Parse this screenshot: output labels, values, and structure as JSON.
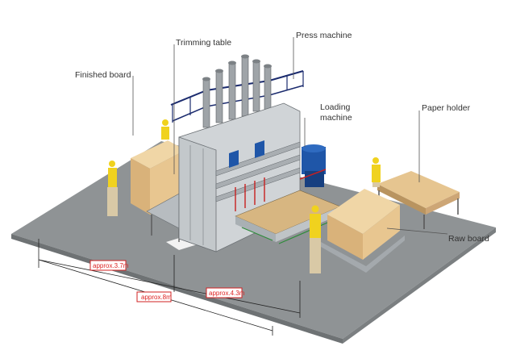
{
  "labels": {
    "finished_board": "Finished board",
    "trimming_table": "Trimming table",
    "press_machine": "Press machine",
    "loading_machine_line1": "Loading",
    "loading_machine_line2": "machine",
    "paper_holder": "Paper holder",
    "raw_board": "Raw board"
  },
  "dimensions": {
    "left_span": "approx.3.7m",
    "right_span": "approx.4.3m",
    "total_span": "approx.8m"
  },
  "colors": {
    "floor": "#8e9294",
    "board": "#e4c28f",
    "machine": "#cfd3d6",
    "accent_blue": "#1f56a8",
    "dimension_red": "#d22222",
    "worker_vest": "#f0d21e"
  }
}
